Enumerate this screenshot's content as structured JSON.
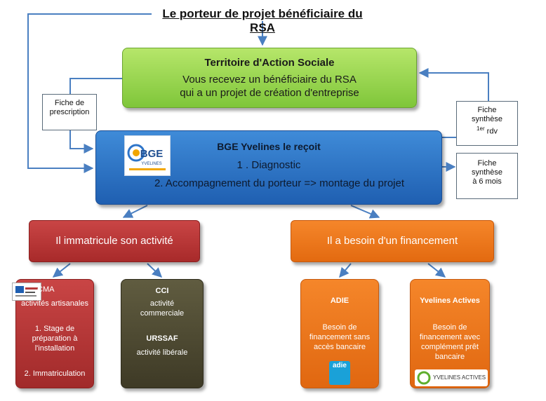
{
  "title": "Le porteur de projet bénéficiaire du RSA",
  "territoire": {
    "heading": "Territoire d'Action Sociale",
    "line1": "Vous recevez un bénéficiaire du RSA",
    "line2": "qui a un projet de création d'entreprise"
  },
  "notes": {
    "prescription": {
      "line1": "Fiche de",
      "line2": "prescription"
    },
    "synthese1": {
      "line1": "Fiche",
      "line2": "synthèse",
      "line3_sup": "1er",
      "line3_rest": " rdv"
    },
    "synthese6": {
      "line1": "Fiche",
      "line2": "synthèse",
      "line3": "à 6 mois"
    }
  },
  "bge": {
    "heading": "BGE Yvelines le reçoit",
    "step1": "1 . Diagnostic",
    "step2": "2. Accompagnement du porteur  => montage du projet",
    "logo_text": "BGE",
    "logo_sub": "YVELINES"
  },
  "immatricule": {
    "label": "Il immatricule son activité"
  },
  "financement": {
    "label": "Il a besoin d'un financement"
  },
  "cma": {
    "title": "CMA",
    "subtitle": "activités artisanales",
    "step1_l1": "1. Stage de",
    "step1_l2": "préparation à",
    "step1_l3": "l'installation",
    "step2": "2. Immatriculation"
  },
  "cci": {
    "title": "CCI",
    "line1": "activité",
    "line2": "commerciale",
    "title2": "URSSAF",
    "line3": "activité libérale"
  },
  "adie": {
    "title": "ADIE",
    "line1": "Besoin de",
    "line2": "financement  sans",
    "line3": "accès bancaire",
    "logo": "adie"
  },
  "yvelines_actives": {
    "title": "Yvelines Actives",
    "line1": "Besoin de",
    "line2": "financement avec",
    "line3": "complément prêt",
    "line4": "bancaire",
    "logo": "YVELINES ACTIVES"
  },
  "colors": {
    "green": "#8fd14f",
    "blue": "#2e75c9",
    "red": "#b53a3a",
    "orange": "#ee7620",
    "olive": "#4f4b33",
    "arrow": "#4a7fc1"
  }
}
